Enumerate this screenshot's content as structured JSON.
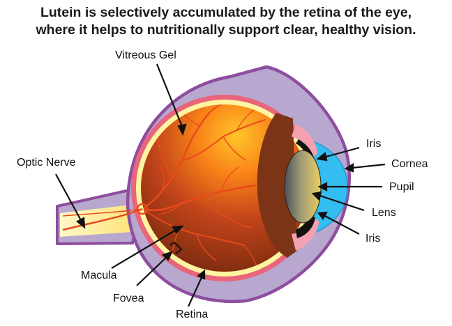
{
  "title": {
    "line1": "Lutein is selectively accumulated by the retina of the eye,",
    "line2": "where it helps to nutritionally support clear, healthy vision."
  },
  "labels": {
    "vitreous_gel": "Vitreous Gel",
    "optic_nerve": "Optic Nerve",
    "macula": "Macula",
    "fovea": "Fovea",
    "retina": "Retina",
    "iris_top": "Iris",
    "cornea": "Cornea",
    "pupil": "Pupil",
    "lens": "Lens",
    "iris_bottom": "Iris"
  },
  "colors": {
    "sclera_outer": "#8e4d9e",
    "sclera": "#b8a8cf",
    "choroid": "#e8657b",
    "retina_layer": "#fff4a0",
    "vitreous_center": "#ffb21c",
    "vitreous_edge": "#8a2a12",
    "vessels": "#e8451a",
    "cornea": "#33bdf0",
    "iris": "#f3a0b0",
    "lens_center": "#e0c060",
    "lens_edge": "#54585d"
  }
}
